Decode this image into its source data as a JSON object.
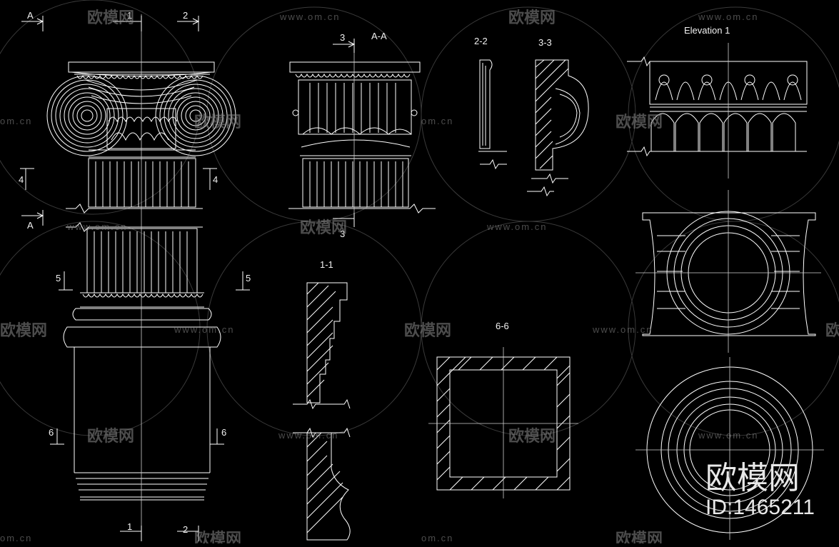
{
  "drawing": {
    "colors": {
      "background": "#000000",
      "line": "#ffffff",
      "text": "#f2f2f2",
      "watermark": "#8a8a8a"
    },
    "section_marks": {
      "a_top": "A",
      "a_bottom": "A",
      "one_top": "1",
      "one_bottom": "1",
      "two_top": "2",
      "two_bottom": "2",
      "three_top": "3",
      "three_bottom": "3",
      "four_left": "4",
      "four_right": "4",
      "five_left": "5",
      "five_right": "5",
      "six_left": "6",
      "six_right": "6"
    },
    "view_titles": {
      "aa": "A-A",
      "s22": "2-2",
      "s33": "3-3",
      "elevation": "Elevation 1",
      "s11": "1-1",
      "s66": "6-6"
    },
    "watermark": {
      "brand": "欧模网",
      "url": "www.om.cn",
      "url_partial": "om.cn",
      "brand_large": "欧模网",
      "id_text": "ID:1465211"
    }
  }
}
